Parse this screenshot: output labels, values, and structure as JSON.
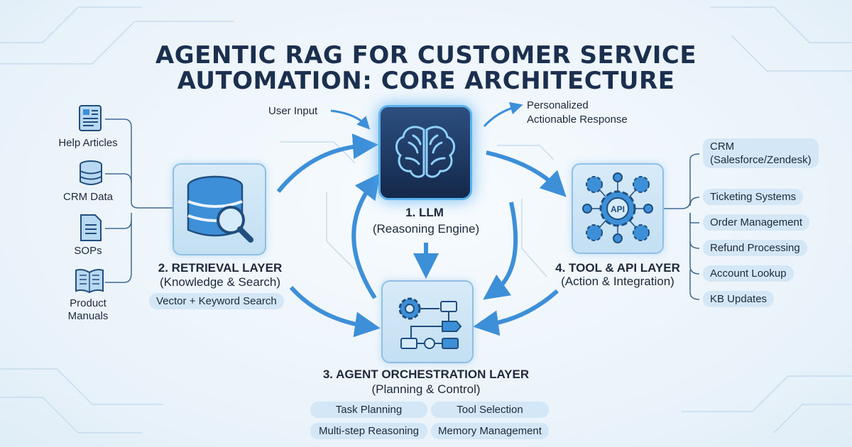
{
  "title": {
    "line1": "AGENTIC RAG FOR CUSTOMER SERVICE",
    "line2": "AUTOMATION: CORE ARCHITECTURE"
  },
  "flow": {
    "input": "User Input",
    "output_line1": "Personalized",
    "output_line2": "Actionable Response"
  },
  "llm": {
    "title": "1. LLM",
    "subtitle": "(Reasoning Engine)",
    "icon": "brain-icon"
  },
  "retrieval": {
    "title": "2. RETRIEVAL LAYER",
    "subtitle": "(Knowledge & Search)",
    "tag": "Vector + Keyword Search",
    "icon": "database-search-icon",
    "sources": [
      {
        "label": "Help Articles",
        "icon": "article-icon"
      },
      {
        "label": "CRM Data",
        "icon": "database-icon"
      },
      {
        "label": "SOPs",
        "icon": "document-icon"
      },
      {
        "label": "Product Manuals",
        "line1": "Product",
        "line2": "Manuals",
        "icon": "book-icon"
      }
    ]
  },
  "orchestration": {
    "title": "3. AGENT ORCHESTRATION LAYER",
    "subtitle": "(Planning & Control)",
    "icon": "workflow-gear-icon",
    "tags": [
      "Task Planning",
      "Tool Selection",
      "Multi-step Reasoning",
      "Memory Management"
    ]
  },
  "tools": {
    "title": "4. TOOL & API LAYER",
    "subtitle": "(Action & Integration)",
    "icon": "api-gears-icon",
    "api_text": "API",
    "integrations": [
      {
        "line1": "CRM",
        "line2": "(Salesforce/Zendesk)"
      },
      "Ticketing Systems",
      "Order Management",
      "Refund Processing",
      "Account Lookup",
      "KB Updates"
    ]
  },
  "colors": {
    "accent": "#3d8fd8",
    "dark": "#1b2f4f",
    "box_fill": "#cfe5f5",
    "llm_bg": "#1d355e"
  }
}
